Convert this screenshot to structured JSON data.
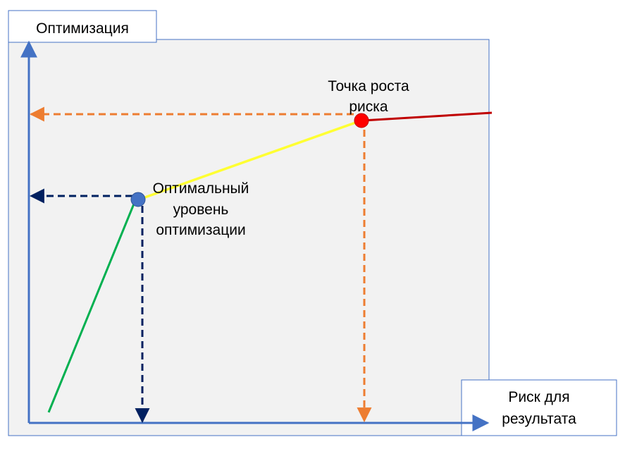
{
  "y_axis_label": "Оптимизация",
  "x_axis_label_line1": "Риск для",
  "x_axis_label_line2": "результата",
  "optimal_point": {
    "label_line1": "Оптимальный",
    "label_line2": "уровень",
    "label_line3": "оптимизации"
  },
  "risk_point": {
    "label_line1": "Точка роста",
    "label_line2": "риска"
  },
  "colors": {
    "panel_fill": "#f2f2f2",
    "frame_border": "#4472c4",
    "axis": "#4472c4",
    "green_segment": "#00b050",
    "yellow_segment": "#ffff33",
    "red_segment": "#c00000",
    "optimal_point": "#4472c4",
    "risk_point": "#ff0000",
    "dark_dashed": "#002060",
    "orange_dashed": "#ed7d31"
  }
}
